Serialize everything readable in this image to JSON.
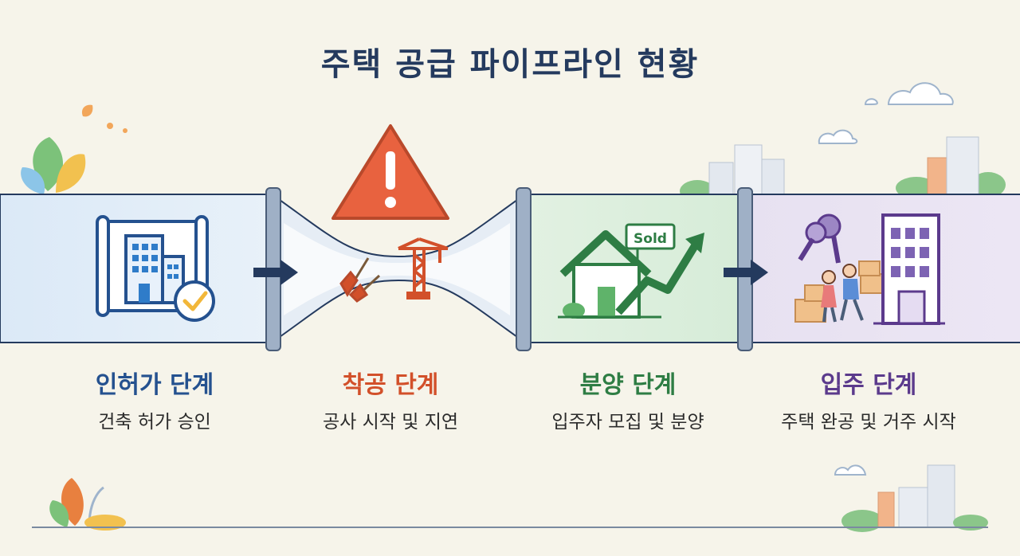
{
  "title": "주택 공급 파이프라인 현황",
  "sign_text": "Sold",
  "colors": {
    "background": "#f6f4ea",
    "title": "#243a5e",
    "permit": "#24518f",
    "construction": "#d2502a",
    "sale": "#2e7d44",
    "move_in": "#5b3a8c",
    "warning": "#e8623f"
  },
  "stages": [
    {
      "title": "인허가 단계",
      "desc": "건축 허가 승인"
    },
    {
      "title": "착공 단계",
      "desc": "공사 시작 및 지연"
    },
    {
      "title": "분양 단계",
      "desc": "입주자 모집 및 분양"
    },
    {
      "title": "입주 단계",
      "desc": "주택 완공 및 거주 시작"
    }
  ]
}
